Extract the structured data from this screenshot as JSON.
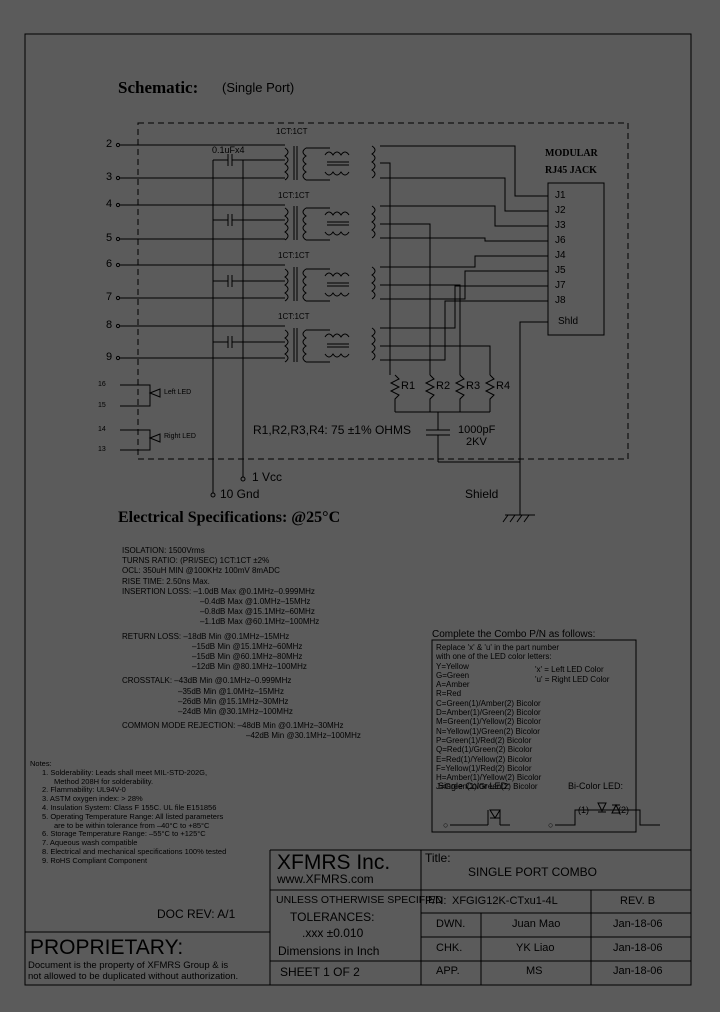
{
  "schematic": {
    "title": "Schematic:",
    "subtitle": "(Single Port)",
    "cap_label": "0.1uFx4",
    "transformer_labels": [
      "1CT:1CT",
      "1CT:1CT",
      "1CT:1CT",
      "1CT:1CT"
    ],
    "pins_left": [
      "2",
      "3",
      "4",
      "5",
      "6",
      "7",
      "8",
      "9"
    ],
    "led_pins": [
      "16",
      "15",
      "14",
      "13"
    ],
    "left_led_label": "Left LED",
    "right_led_label": "Right LED",
    "jack_title_1": "MODULAR",
    "jack_title_2": "RJ45 JACK",
    "jack_pins": [
      "J1",
      "J2",
      "J3",
      "J6",
      "J4",
      "J5",
      "J7",
      "J8"
    ],
    "jack_shield": "Shld",
    "resistors": [
      "R1",
      "R2",
      "R3",
      "R4"
    ],
    "resistor_note": "R1,R2,R3,R4:  75  ±1%  OHMS",
    "cap_value_1": "1000pF",
    "cap_value_2": "2KV",
    "vcc_label": "1  Vcc",
    "gnd_label": "10  Gnd",
    "shield_label": "Shield"
  },
  "electrical": {
    "title": "Electrical Specifications: @25°C",
    "lines": [
      "ISOLATION: 1500Vrms",
      "TURNS RATIO: (PRI/SEC) 1CT:1CT ±2%",
      "OCL: 350uH MIN @100KHz 100mV 8mADC",
      "RISE TIME: 2.50ns Max.",
      "INSERTION LOSS: –1.0dB Max @0.1MHz–0.999MHz",
      "–0.4dB Max @1.0MHz–15MHz",
      "–0.8dB Max @15.1MHz–60MHz",
      "–1.1dB Max @60.1MHz–100MHz",
      "RETURN LOSS: –18dB Min @0.1MHz–15MHz",
      "–15dB Min @15.1MHz–60MHz",
      "–15dB Min @60.1MHz–80MHz",
      "–12dB Min @80.1MHz–100MHz",
      "CROSSTALK: –43dB Min @0.1MHz–0.999MHz",
      "–35dB Min @1.0MHz–15MHz",
      "–26dB Min @15.1MHz–30MHz",
      "–24dB Min @30.1MHz–100MHz",
      "COMMON MODE REJECTION: –48dB Min @0.1MHz–30MHz",
      "–42dB Min @30.1MHz–100MHz"
    ]
  },
  "combo": {
    "title": "Complete the Combo P/N as follows:",
    "intro_1": "Replace 'x' & 'u' in the part number",
    "intro_2": "with one of the LED color letters:",
    "colors": [
      "Y=Yellow",
      "G=Green",
      "A=Amber",
      "R=Red",
      "C=Green(1)/Amber(2) Bicolor",
      "D=Amber(1)/Green(2) Bicolor",
      "M=Green(1)/Yellow(2) Bicolor",
      "N=Yellow(1)/Green(2) Bicolor",
      "P=Green(1)/Red(2) Bicolor",
      "Q=Red(1)/Green(2) Bicolor",
      "E=Red(1)/Yellow(2) Bicolor",
      "F=Yellow(1)/Red(2) Bicolor",
      "H=Amber(1)/Yellow(2) Bicolor",
      "J=Green(1)/Green(2) Bicolor"
    ],
    "x_note": "'x' = Left LED Color",
    "u_note": "'u' = Right LED Color",
    "single_led": "Single Color LED:",
    "bi_led": "Bi-Color LED:",
    "bi_1": "(1)",
    "bi_2": "(2)"
  },
  "notes": {
    "title": "Notes:",
    "items": [
      "1. Solderability: Leads shall meet MIL-STD-202G,",
      "Method 208H for solderability.",
      "2. Flammability: UL94V-0",
      "3. ASTM oxygen index: > 28%",
      "4. Insulation System: Class F 155C. UL file E151856",
      "5. Operating Temperature Range: All listed parameters",
      "are to be within tolerance from –40°C to +85°C",
      "6. Storage Temperature Range: –55°C to +125°C",
      "7. Aqueous wash compatible",
      "8. Electrical and mechanical specifications 100% tested",
      "9. RoHS Compliant Component"
    ],
    "doc_rev": "DOC REV: A/1"
  },
  "proprietary": {
    "title": "PROPRIETARY:",
    "line1": "Document is the property of XFMRS Group & is",
    "line2": "not allowed to be duplicated without authorization."
  },
  "titleblock": {
    "company": "XFMRS Inc.",
    "website": "www.XFMRS.com",
    "title_label": "Title:",
    "title_value": "SINGLE  PORT  COMBO",
    "tol_1": "UNLESS OTHERWISE SPECIFIED",
    "tol_2": "TOLERANCES:",
    "tol_3": ".xxx ±0.010",
    "tol_4": "Dimensions in Inch",
    "sheet": "SHEET  1  OF  2",
    "pn_label": "P/N:",
    "pn_value": "XFGIG12K-CTxu1-4L",
    "rev": "REV. B",
    "rows": [
      {
        "label": "DWN.",
        "name": "Juan Mao",
        "date": "Jan-18-06"
      },
      {
        "label": "CHK.",
        "name": "YK Liao",
        "date": "Jan-18-06"
      },
      {
        "label": "APP.",
        "name": "MS",
        "date": "Jan-18-06"
      }
    ]
  },
  "colors": {
    "background": "#5b5b5b",
    "ink": "#000000"
  }
}
